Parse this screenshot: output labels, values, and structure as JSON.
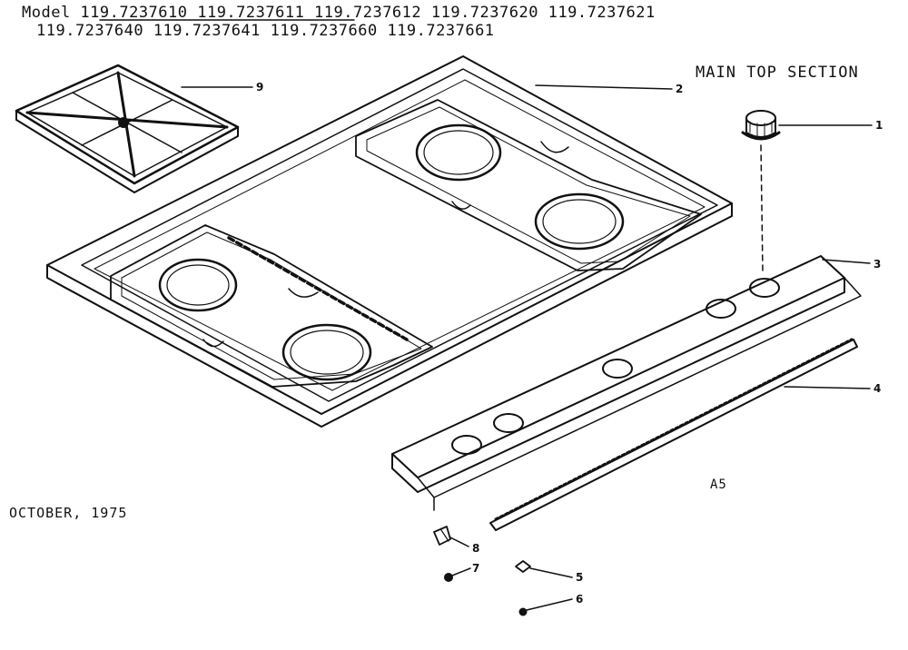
{
  "header": {
    "model_line_1": "Model 119.7237610 119.7237611   119.7237612  119.7237620  119.7237621",
    "model_line_2": "119.7237640  119.7237641  119.7237660  119.7237661"
  },
  "section_title": "MAIN TOP SECTION",
  "date_label": "OCTOBER, 1975",
  "page_code": "A5",
  "callouts": [
    {
      "id": "knob",
      "label": "1"
    },
    {
      "id": "main-top",
      "label": "2"
    },
    {
      "id": "manifold-panel",
      "label": "3"
    },
    {
      "id": "trim-strip",
      "label": "4"
    },
    {
      "id": "clip",
      "label": "5"
    },
    {
      "id": "screw-a",
      "label": "6"
    },
    {
      "id": "screw-b",
      "label": "7"
    },
    {
      "id": "bracket",
      "label": "8"
    },
    {
      "id": "burner-grate",
      "label": "9"
    }
  ]
}
